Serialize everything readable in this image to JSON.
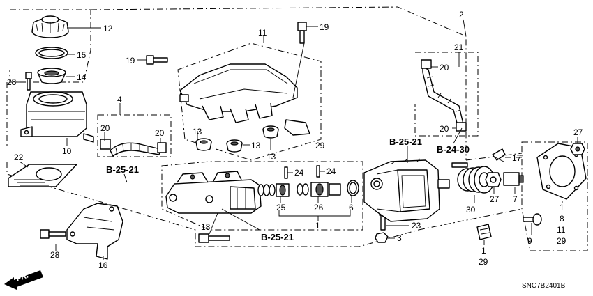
{
  "callouts": {
    "c12": "12",
    "c15": "15",
    "c14": "14",
    "c28a": "28",
    "c10": "10",
    "c4": "4",
    "c20a": "20",
    "c20b": "20",
    "c22": "22",
    "c11": "11",
    "c19a": "19",
    "c19b": "19",
    "c13a": "13",
    "c13b": "13",
    "c13c": "13",
    "c29a": "29",
    "c24a": "24",
    "c24b": "24",
    "c25": "25",
    "c26": "26",
    "c6": "6",
    "c1a": "1",
    "c18": "18",
    "c28b": "28",
    "c16": "16",
    "c2": "2",
    "c21": "21",
    "c20c": "20",
    "c20d": "20",
    "c23": "23",
    "c3": "3",
    "c30": "30",
    "c17": "17",
    "c27a": "27",
    "c27b": "27",
    "c7": "7",
    "c9": "9",
    "c1b": "1",
    "c8": "8",
    "c11b": "11",
    "c29b": "29",
    "c1c": "1",
    "c29c": "29"
  },
  "refs": {
    "r1": "B-25-21",
    "r2": "B-25-21",
    "r3": "B-25-21",
    "r4": "B-24-30"
  },
  "direction": "FR.",
  "code": "SNC7B2401B",
  "colors": {
    "line": "#000000",
    "shade": "#555555",
    "light": "#bbbbbb"
  }
}
